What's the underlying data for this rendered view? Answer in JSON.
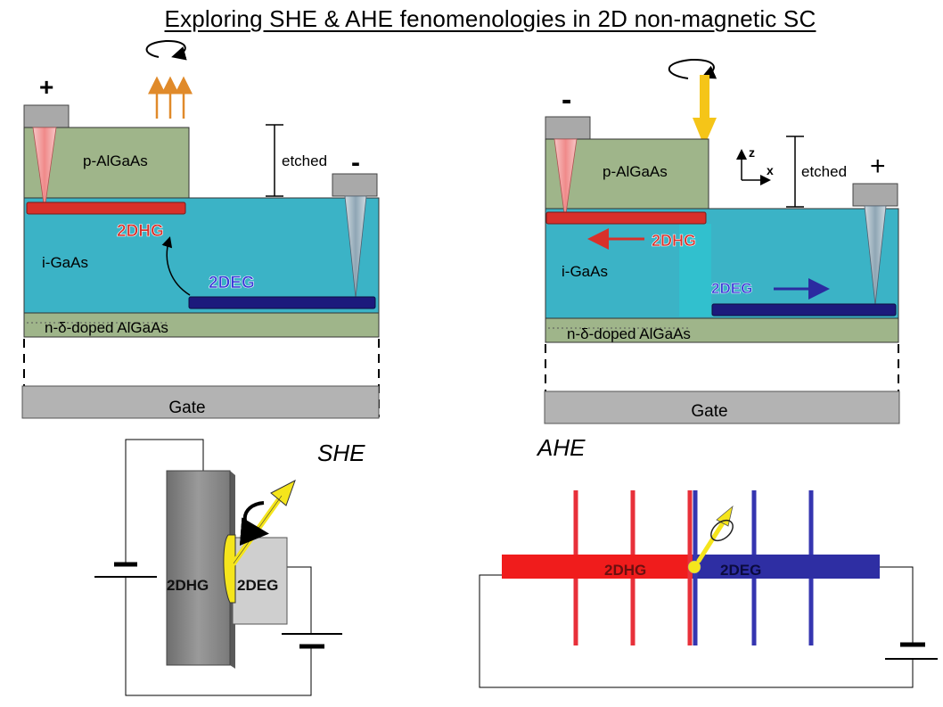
{
  "title": "Exploring SHE & AHE fenomenologies in 2D non-magnetic SC",
  "she_device": {
    "contact_plus": "+",
    "contact_minus": "-",
    "top_layer": "p-AlGaAs",
    "etched_label": "etched",
    "well_layer": "i-GaAs",
    "hole_gas": "2DHG",
    "electron_gas": "2DEG",
    "doped_layer": "n-δ-doped AlGaAs",
    "gate": "Gate"
  },
  "ahe_device": {
    "contact_minus": "-",
    "contact_plus": "+",
    "top_layer": "p-AlGaAs",
    "etched_label": "etched",
    "axis_z": "z",
    "axis_x": "x",
    "well_layer": "i-GaAs",
    "hole_gas": "2DHG",
    "electron_gas": "2DEG",
    "doped_layer": "n-δ-doped AlGaAs",
    "gate": "Gate"
  },
  "she_circuit": {
    "label": "SHE",
    "hole_gas": "2DHG",
    "electron_gas": "2DEG"
  },
  "ahe_circuit": {
    "label": "AHE",
    "hole_gas": "2DHG",
    "electron_gas": "2DEG"
  },
  "colors": {
    "cyan": "#3bb3c6",
    "green": "#9fb58a",
    "red": "#d8302a",
    "navy": "#1c1a7c",
    "gate": "#b3b3b3",
    "yellow": "#f5e51c"
  }
}
